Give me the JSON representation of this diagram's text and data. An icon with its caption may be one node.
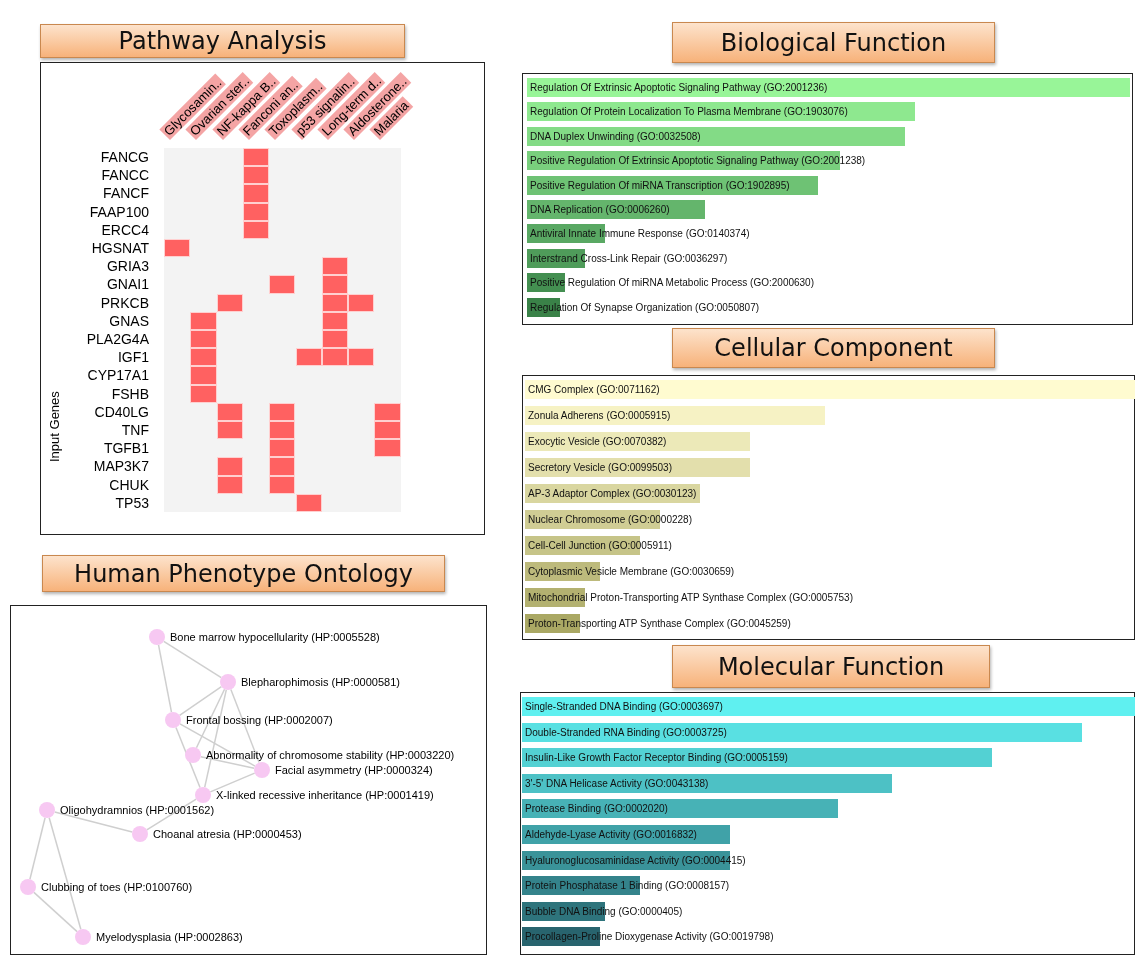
{
  "diagram": {
    "nodes": [
      {
        "text": [
          "Pathway Analysis"
        ]
      },
      {
        "text": [
          "Human Phenotype Ontology"
        ]
      },
      {
        "text": [
          "Biological Function"
        ]
      },
      {
        "text": [
          "Cellular Component"
        ]
      },
      {
        "text": [
          "Molecular Function"
        ]
      },
      {
        "text": [],
        "shape": "circle",
        "beside": [
          "Bone marrow hypocellularity (HP:0005528)"
        ]
      },
      {
        "text": [],
        "shape": "circle",
        "beside": [
          "Blepharophimosis (HP:0000581)"
        ]
      },
      {
        "text": [],
        "shape": "circle",
        "beside": [
          "Frontal bossing (HP:0002007)"
        ]
      },
      {
        "text": [],
        "shape": "circle",
        "beside": [
          "Abnormality of chromosome stability (HP:0003220)"
        ]
      },
      {
        "text": [],
        "shape": "circle",
        "beside": [
          "Facial asymmetry (HP:0000324)"
        ]
      },
      {
        "text": [],
        "shape": "circle",
        "beside": [
          "X-linked recessive inheritance (HP:0001419)"
        ]
      },
      {
        "text": [],
        "shape": "circle",
        "beside": [
          "Oligohydramnios (HP:0001562)"
        ]
      },
      {
        "text": [],
        "shape": "circle",
        "beside": [
          "Choanal atresia (HP:0000453)"
        ]
      },
      {
        "text": [],
        "shape": "circle",
        "beside": [
          "Clubbing of toes (HP:0100760)"
        ]
      },
      {
        "text": [],
        "shape": "circle",
        "beside": [
          "Myelodysplasia (HP:0002863)"
        ]
      }
    ],
    "edges": [
      {
        "from": 5,
        "to": 6,
        "arrow": "none"
      },
      {
        "from": 5,
        "to": 7,
        "arrow": "none"
      },
      {
        "from": 6,
        "to": 7,
        "arrow": "none"
      },
      {
        "from": 6,
        "to": 8,
        "arrow": "none"
      },
      {
        "from": 6,
        "to": 10,
        "arrow": "none"
      },
      {
        "from": 6,
        "to": 9,
        "arrow": "none"
      },
      {
        "from": 7,
        "to": 9,
        "arrow": "none"
      },
      {
        "from": 7,
        "to": 10,
        "arrow": "none"
      },
      {
        "from": 8,
        "to": 9,
        "arrow": "none"
      },
      {
        "from": 10,
        "to": 9,
        "arrow": "none"
      },
      {
        "from": 10,
        "to": 12,
        "arrow": "none"
      },
      {
        "from": 11,
        "to": 12,
        "arrow": "none"
      },
      {
        "from": 11,
        "to": 13,
        "arrow": "none"
      },
      {
        "from": 11,
        "to": 14,
        "arrow": "none"
      },
      {
        "from": 13,
        "to": 14,
        "arrow": "none"
      }
    ],
    "labels": [
      "Glycosamin..",
      "Ovarian ster..",
      "NF-kappa B..",
      "Fanconi an..",
      "Toxoplasm..",
      "p53 signalin..",
      "Long-term d..",
      "Aldosterone..",
      "Malaria",
      "FANCG",
      "FANCC",
      "FANCF",
      "FAAP100",
      "ERCC4",
      "HGSNAT",
      "GRIA3",
      "GNAI1",
      "PRKCB",
      "GNAS",
      "PLA2G4A",
      "IGF1",
      "CYP17A1",
      "FSHB",
      "CD40LG",
      "TNF",
      "TGFB1",
      "MAP3K7",
      "CHUK",
      "TP53",
      "Input Genes",
      "Regulation Of Extrinsic Apoptotic Signaling Pathway (GO:2001236)",
      "Regulation Of Protein Localization To Plasma Membrane (GO:1903076)",
      "DNA Duplex Unwinding (GO:0032508)",
      "Positive Regulation Of Extrinsic Apoptotic Signaling Pathway (GO:2001238)",
      "Positive Regulation Of miRNA Transcription (GO:1902895)",
      "DNA Replication (GO:0006260)",
      "Antiviral Innate Immune Response (GO:0140374)",
      "Interstrand Cross-Link Repair (GO:0036297)",
      "Positive Regulation Of miRNA Metabolic Process (GO:2000630)",
      "Regulation Of Synapse Organization (GO:0050807)",
      "CMG Complex (GO:0071162)",
      "Zonula Adherens (GO:0005915)",
      "Exocytic Vesicle (GO:0070382)",
      "Secretory Vesicle (GO:0099503)",
      "AP-3 Adaptor Complex (GO:0030123)",
      "Nuclear Chromosome (GO:0000228)",
      "Cell-Cell Junction (GO:0005911)",
      "Cytoplasmic Vesicle Membrane (GO:0030659)",
      "Mitochondrial Proton-Transporting ATP Synthase Complex (GO:0005753)",
      "Proton-Transporting ATP Synthase Complex (GO:0045259)",
      "Single-Stranded DNA Binding (GO:0003697)",
      "Double-Stranded RNA Binding (GO:0003725)",
      "Insulin-Like Growth Factor Receptor Binding (GO:0005159)",
      "3'-5' DNA Helicase Activity (GO:0043138)",
      "Protease Binding (GO:0002020)",
      "Aldehyde-Lyase Activity (GO:0016832)",
      "Hyaluronoglucosaminidase Activity (GO:0004415)",
      "Protein Phosphatase 1 Binding (GO:0008157)",
      "Bubble DNA Binding (GO:0000405)",
      "Procollagen-Proline Dioxygenase Activity (GO:0019798)"
    ]
  }
}
